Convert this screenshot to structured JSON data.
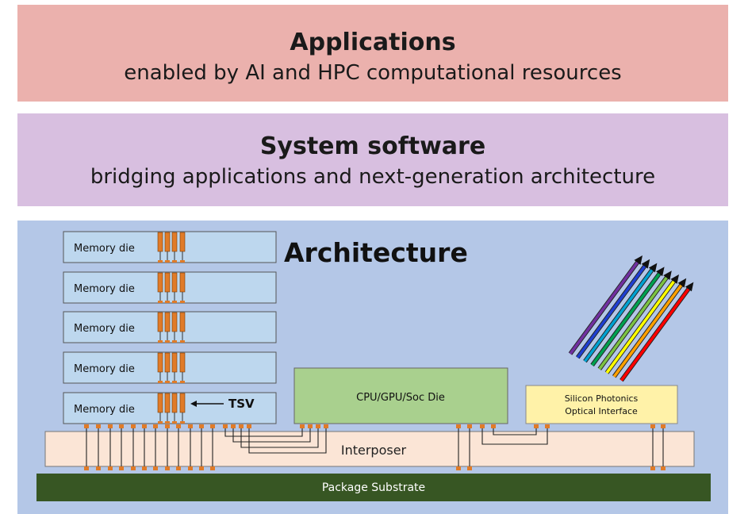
{
  "applications": {
    "title": "Applications",
    "subtitle": "enabled by AI and HPC computational resources"
  },
  "system_software": {
    "title": "System software",
    "subtitle": "bridging applications and next-generation architecture"
  },
  "architecture": {
    "title": "Architecture",
    "memory_dies": [
      "Memory die",
      "Memory die",
      "Memory die",
      "Memory die",
      "Memory die"
    ],
    "tsv_label": "TSV",
    "cpu_label": "CPU/GPU/Soc Die",
    "photonics_label_line1": "Silicon Photonics",
    "photonics_label_line2": "Optical Interface",
    "interposer_label": "Interposer",
    "substrate_label": "Package Substrate",
    "colors": {
      "background": "#b4c7e7",
      "memory_die": "#bdd7ee",
      "tsv": "#e07b28",
      "cpu_die": "#a9d08e",
      "photonics": "#fff2a8",
      "interposer": "#fbe5d6",
      "substrate": "#375623"
    },
    "optical_beam_colors": [
      "#7030a0",
      "#1f3fd0",
      "#00a0d0",
      "#00a050",
      "#7cc242",
      "#ffff00",
      "#ffa000",
      "#ff0000"
    ]
  }
}
